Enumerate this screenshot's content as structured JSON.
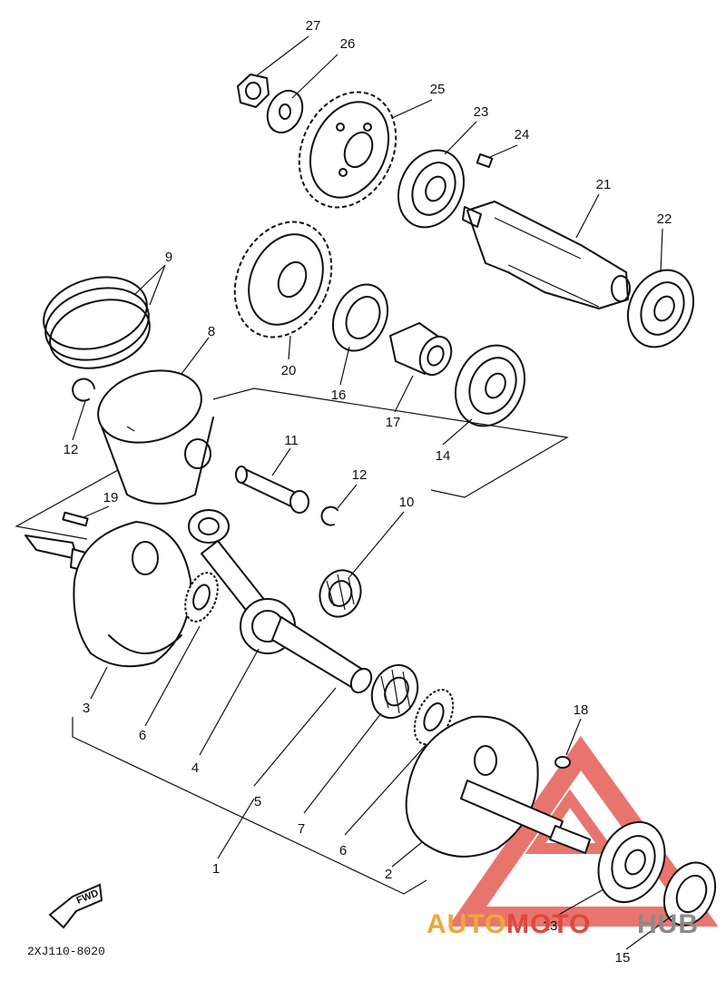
{
  "diagram": {
    "part_code": "2XJ110-8020",
    "fwd_label": "FWD",
    "callouts": {
      "c27": "27",
      "c26": "26",
      "c25": "25",
      "c23": "23",
      "c24": "24",
      "c21": "21",
      "c22": "22",
      "c9": "9",
      "c8": "8",
      "c20": "20",
      "c16": "16",
      "c17": "17",
      "c14": "14",
      "c12a": "12",
      "c11": "11",
      "c12b": "12",
      "c10": "10",
      "c19": "19",
      "c18": "18",
      "c3": "3",
      "c6a": "6",
      "c4": "4",
      "c5": "5",
      "c1": "1",
      "c7": "7",
      "c6b": "6",
      "c2": "2",
      "c13": "13",
      "c15": "15"
    }
  },
  "watermark": {
    "brand_part1": "AUTO",
    "brand_part2": "MOTO",
    "brand_part3": "HUB",
    "color_orange": "#f2a53c",
    "color_red": "#e0473e",
    "color_gray": "#8a8a8a"
  }
}
